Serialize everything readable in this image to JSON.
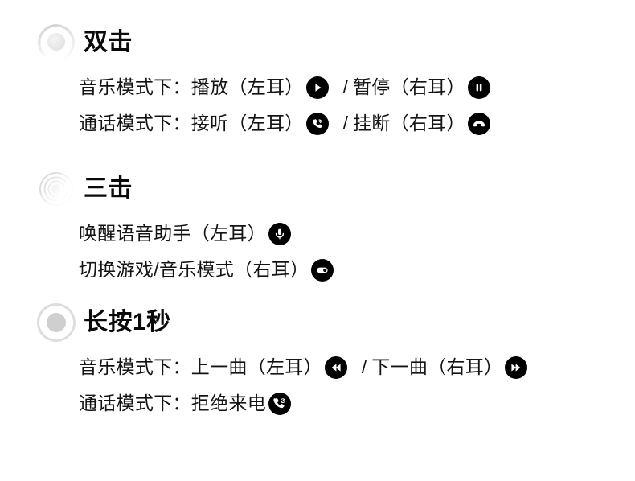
{
  "page": {
    "background": "#ffffff",
    "text_color": "#141414",
    "badge_color": "#000000",
    "gesture_icon_color": "#dddddd"
  },
  "sections": [
    {
      "id": "double-tap",
      "icon": "double-tap-icon",
      "title": "双击",
      "rows": [
        {
          "id": "music-play-pause",
          "left_text": "音乐模式下：播放（左耳）",
          "left_icon": "play-icon",
          "separator": "/",
          "right_text": "暂停（右耳）",
          "right_icon": "pause-icon"
        },
        {
          "id": "call-answer-hangup",
          "left_text": "通话模式下：接听（左耳）",
          "left_icon": "answer-call-icon",
          "separator": "/",
          "right_text": "挂断（右耳）",
          "right_icon": "hang-up-icon"
        }
      ]
    },
    {
      "id": "triple-tap",
      "icon": "triple-tap-icon",
      "title": "三击",
      "rows": [
        {
          "id": "voice-assistant",
          "left_text": "唤醒语音助手（左耳）",
          "left_icon": "microphone-icon",
          "separator": "",
          "right_text": "",
          "right_icon": ""
        },
        {
          "id": "game-music-mode",
          "left_text": "切换游戏/音乐模式（右耳）",
          "left_icon": "toggle-switch-icon",
          "separator": "",
          "right_text": "",
          "right_icon": ""
        }
      ]
    },
    {
      "id": "long-press",
      "icon": "long-press-icon",
      "title": "长按1秒",
      "rows": [
        {
          "id": "music-prev-next",
          "left_text": "音乐模式下：上一曲（左耳）",
          "left_icon": "previous-track-icon",
          "separator": "/",
          "right_text": "下一曲（右耳）",
          "right_icon": "next-track-icon"
        },
        {
          "id": "call-reject",
          "left_text": "通话模式下：拒绝来电",
          "left_icon": "reject-call-icon",
          "separator": "",
          "right_text": "",
          "right_icon": ""
        }
      ]
    }
  ]
}
